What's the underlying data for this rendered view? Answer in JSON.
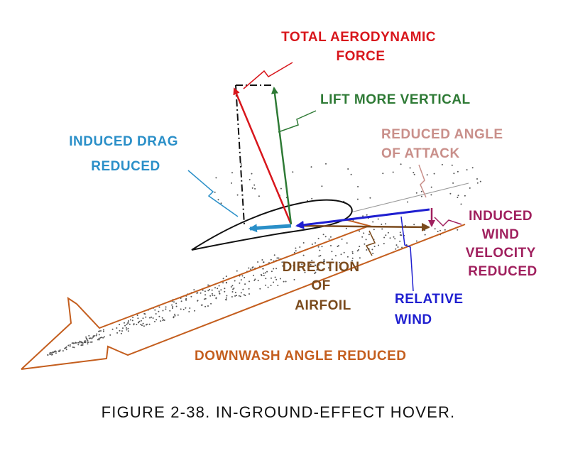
{
  "labels": {
    "total_aerodynamic_force": [
      "TOTAL AERODYNAMIC",
      "FORCE"
    ],
    "lift_more_vertical": "LIFT MORE VERTICAL",
    "reduced_angle_of_attack": [
      "REDUCED ANGLE",
      "OF ATTACK"
    ],
    "induced_drag_reduced": [
      "INDUCED DRAG",
      "REDUCED"
    ],
    "induced_wind_velocity_reduced": [
      "INDUCED",
      "WIND",
      "VELOCITY",
      "REDUCED"
    ],
    "direction_of_airfoil": [
      "DIRECTION",
      "OF",
      "AIRFOIL"
    ],
    "relative_wind": [
      "RELATIVE",
      "WIND"
    ],
    "downwash_angle_reduced": "DOWNWASH ANGLE REDUCED"
  },
  "caption": "FIGURE 2-38. IN-GROUND-EFFECT HOVER.",
  "colors": {
    "total_force": "#d8161c",
    "lift": "#2e7a35",
    "induced_drag": "#2a8fc8",
    "angle_of_attack": "#c98f8a",
    "induced_wind": "#a0205e",
    "airfoil_direction": "#7a4a1c",
    "relative_wind": "#1f1fd0",
    "downwash": "#c45e1e",
    "outline": "#111111"
  }
}
